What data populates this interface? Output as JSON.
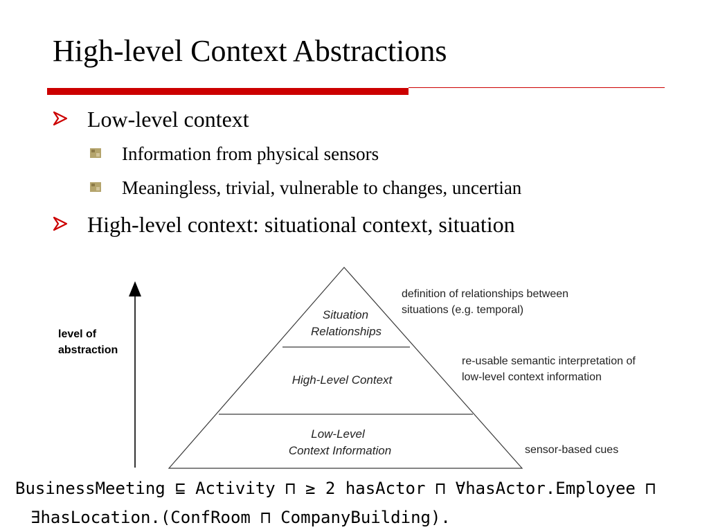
{
  "slide": {
    "title": "High-level Context Abstractions",
    "accent_color": "#cc0000"
  },
  "bullets": [
    {
      "text": "Low-level context",
      "level": 1,
      "icon": "arrow-bullet-icon"
    },
    {
      "text": "Information from physical sensors",
      "level": 2,
      "icon": "square-bullet-icon"
    },
    {
      "text": "Meaningless, trivial, vulnerable to changes, uncertian",
      "level": 2,
      "icon": "square-bullet-icon"
    },
    {
      "text": "High-level context: situational context, situation",
      "level": 1,
      "icon": "arrow-bullet-icon"
    }
  ],
  "diagram": {
    "axis_label_line1": "level of",
    "axis_label_line2": "abstraction",
    "layers": {
      "top_line1": "Situation",
      "top_line2": "Relationships",
      "middle": "High-Level Context",
      "bottom_line1": "Low-Level",
      "bottom_line2": "Context Information"
    },
    "notes": {
      "top_line1": "definition of relationships between",
      "top_line2": "situations (e.g. temporal)",
      "middle_line1": "re-usable semantic interpretation of",
      "middle_line2": "low-level context information",
      "bottom": "sensor-based cues"
    }
  },
  "formula": {
    "line1": "BusinessMeeting ⊑ Activity ⊓ ≥ 2 hasActor ⊓  ∀hasActor.Employee ⊓",
    "line2": "∃hasLocation.(ConfRoom ⊓ CompanyBuilding)."
  }
}
